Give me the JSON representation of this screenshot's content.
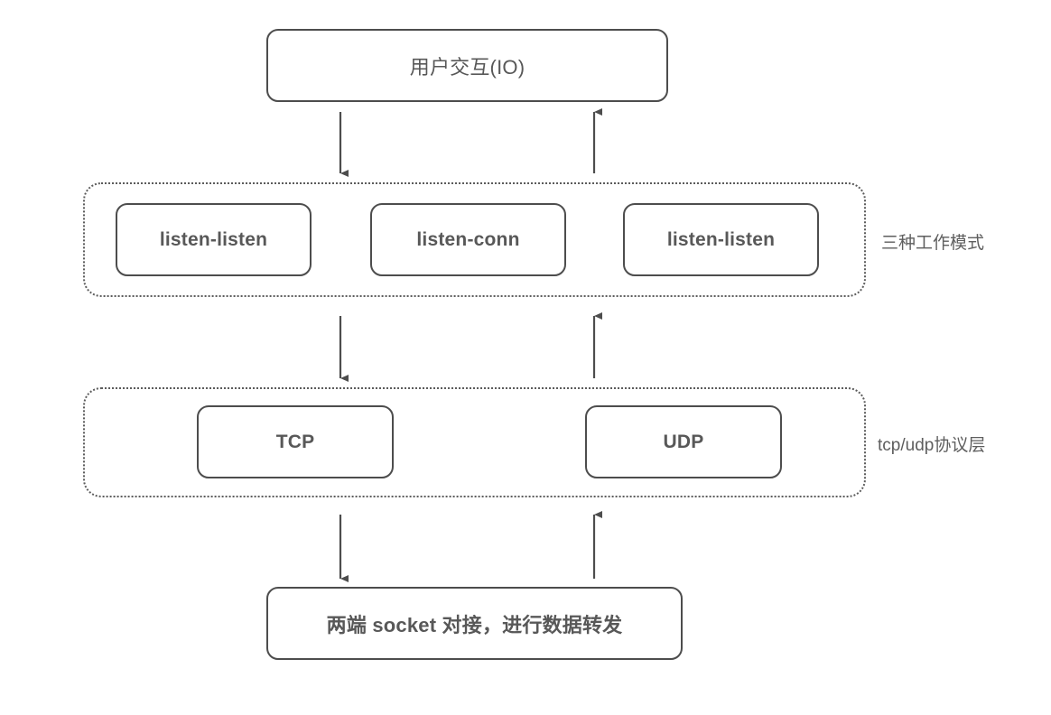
{
  "diagram": {
    "title_node": {
      "label": "用户交互(IO)"
    },
    "groups": [
      {
        "name": "work-modes",
        "side_label": "三种工作模式",
        "nodes": [
          {
            "label": "listen-listen"
          },
          {
            "label": "listen-conn"
          },
          {
            "label": "listen-listen"
          }
        ]
      },
      {
        "name": "protocol-layer",
        "side_label": "tcp/udp协议层",
        "nodes": [
          {
            "label": "TCP"
          },
          {
            "label": "UDP"
          }
        ]
      }
    ],
    "bottom_node": {
      "label": "两端 socket 对接，进行数据转发"
    },
    "connectors": [
      {
        "name": "io-to-modes-down",
        "direction": "down"
      },
      {
        "name": "modes-to-io-up",
        "direction": "up"
      },
      {
        "name": "modes-to-proto-down",
        "direction": "down"
      },
      {
        "name": "proto-to-modes-up",
        "direction": "up"
      },
      {
        "name": "proto-to-socket-down",
        "direction": "down"
      },
      {
        "name": "socket-to-proto-up",
        "direction": "up"
      }
    ],
    "colors": {
      "stroke": "#4d4d4d",
      "dotted_stroke": "#5c5c5c",
      "text": "#585858",
      "background": "#ffffff"
    }
  }
}
